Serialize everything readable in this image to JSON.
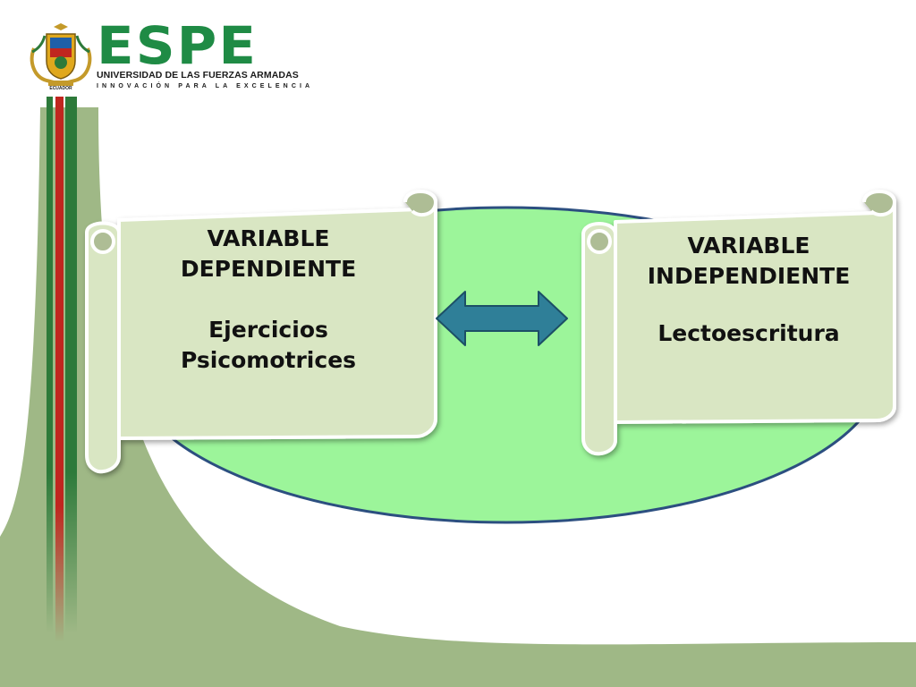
{
  "logo": {
    "word": "ESPE",
    "university": "UNIVERSIDAD DE LAS FUERZAS ARMADAS",
    "motto": "INNOVACIÓN PARA LA EXCELENCIA",
    "emblem_country": "ECUADOR"
  },
  "diagram": {
    "left_box": {
      "heading": "VARIABLE DEPENDIENTE",
      "value": "Ejercicios Psicomotrices"
    },
    "right_box": {
      "heading": "VARIABLE INDEPENDIENTE",
      "value": "Lectoescritura"
    },
    "connector": "double-arrow-icon"
  },
  "colors": {
    "brand_green": "#1f8b45",
    "stripe_red": "#c0261f",
    "stripe_green": "#2d7a3a",
    "background_shape": "#9fb886",
    "ellipse_fill": "#9cf59a",
    "ellipse_stroke": "#2c4f80",
    "scroll_fill": "#d9e6c3",
    "arrow_fill": "#2f7f98"
  }
}
